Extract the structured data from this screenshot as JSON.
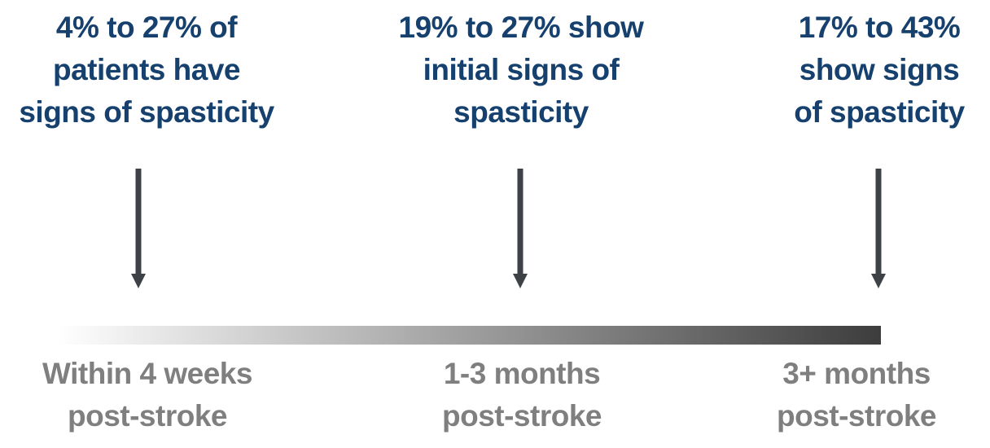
{
  "diagram": {
    "type": "timeline",
    "subject": "post-stroke spasticity onset",
    "milestones": [
      {
        "stat": "4% to 27% of\npatients have\nsigns of spasticity",
        "period": "Within 4 weeks\npost-stroke"
      },
      {
        "stat": "19% to 27% show\ninitial signs of\nspasticity",
        "period": "1-3 months\npost-stroke"
      },
      {
        "stat": "17% to 43%\nshow signs\nof spasticity",
        "period": "3+ months\npost-stroke"
      }
    ]
  },
  "colors": {
    "stat_text": "#16406D",
    "period_text": "#7F7F7F",
    "arrow": "#3E4247",
    "bar_start": "#FFFFFF",
    "bar_end": "#3D3D3D",
    "page_bg": "#FFFFFF"
  }
}
